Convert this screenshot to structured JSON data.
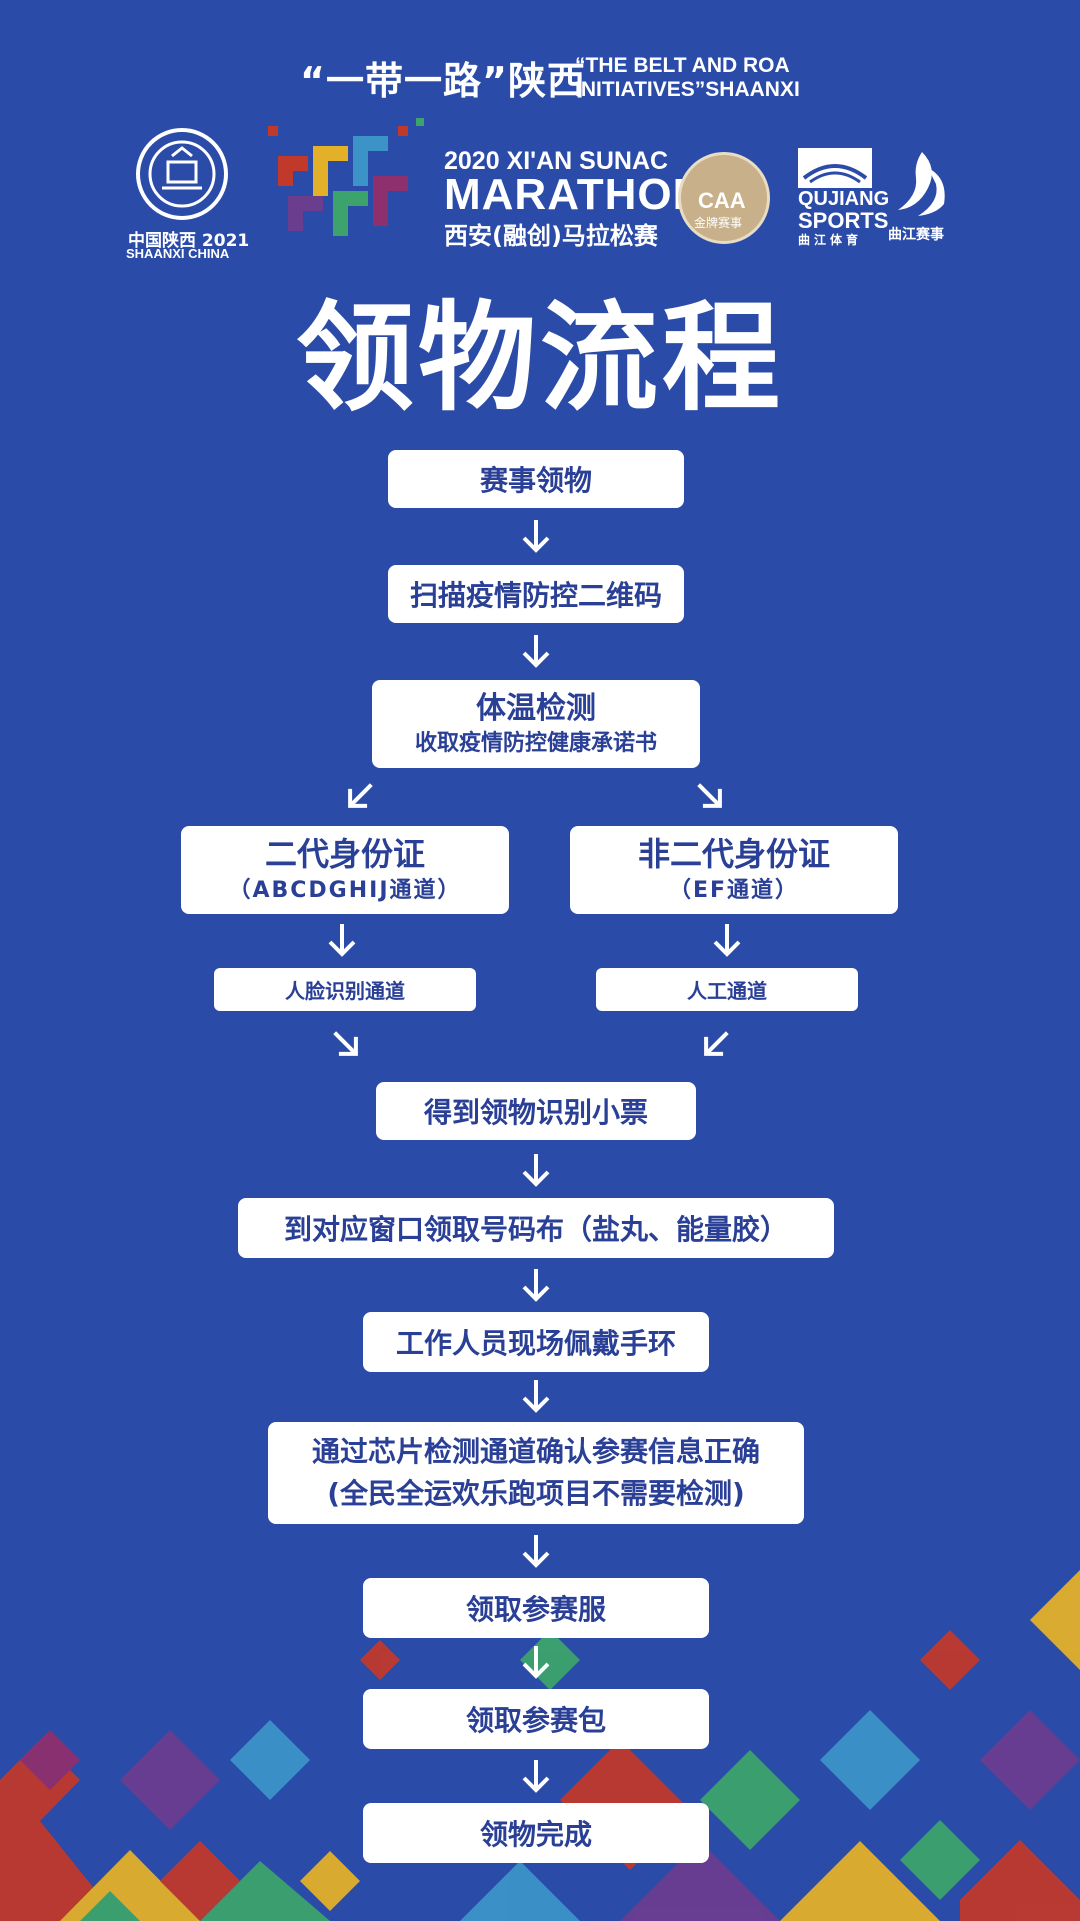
{
  "header": {
    "slogan_cn": "“一带一路”陕西",
    "slogan_en": "“THE BELT AND ROA\nINITIATIVES”SHAANXI",
    "logo_left_cn": "中国陕西 2021",
    "logo_left_en": "SHAANXI CHINA",
    "marathon_line1": "2020 XI'AN SUNAC",
    "marathon_line2": "MARATHON",
    "marathon_line3": "西安(融创)马拉松赛",
    "caa_label": "CAA",
    "caa_sub": "金牌赛事",
    "qujiang_line1": "QUJIANG",
    "qujiang_line2": "SPORTS",
    "qujiang_line3": "曲江体育",
    "qujiang_event": "曲江赛事"
  },
  "title": "领物流程",
  "flow": {
    "step1": "赛事领物",
    "step2": "扫描疫情防控二维码",
    "step3_title": "体温检测",
    "step3_sub": "收取疫情防控健康承诺书",
    "left_title": "二代身份证",
    "left_sub": "（ABCDGHIJ通道）",
    "right_title": "非二代身份证",
    "right_sub": "（EF通道）",
    "left_lane": "人脸识别通道",
    "right_lane": "人工通道",
    "step6": "得到领物识别小票",
    "step7": "到对应窗口领取号码布（盐丸、能量胶）",
    "step8": "工作人员现场佩戴手环",
    "step9_line1": "通过芯片检测通道确认参赛信息正确",
    "step9_line2": "(全民全运欢乐跑项目不需要检测)",
    "step10": "领取参赛服",
    "step11": "领取参赛包",
    "step12": "领物完成"
  },
  "colors": {
    "background": "#2b4ba8",
    "box_text": "#2a3f96",
    "box_fill": "#ffffff",
    "arrow": "#ffffff"
  }
}
